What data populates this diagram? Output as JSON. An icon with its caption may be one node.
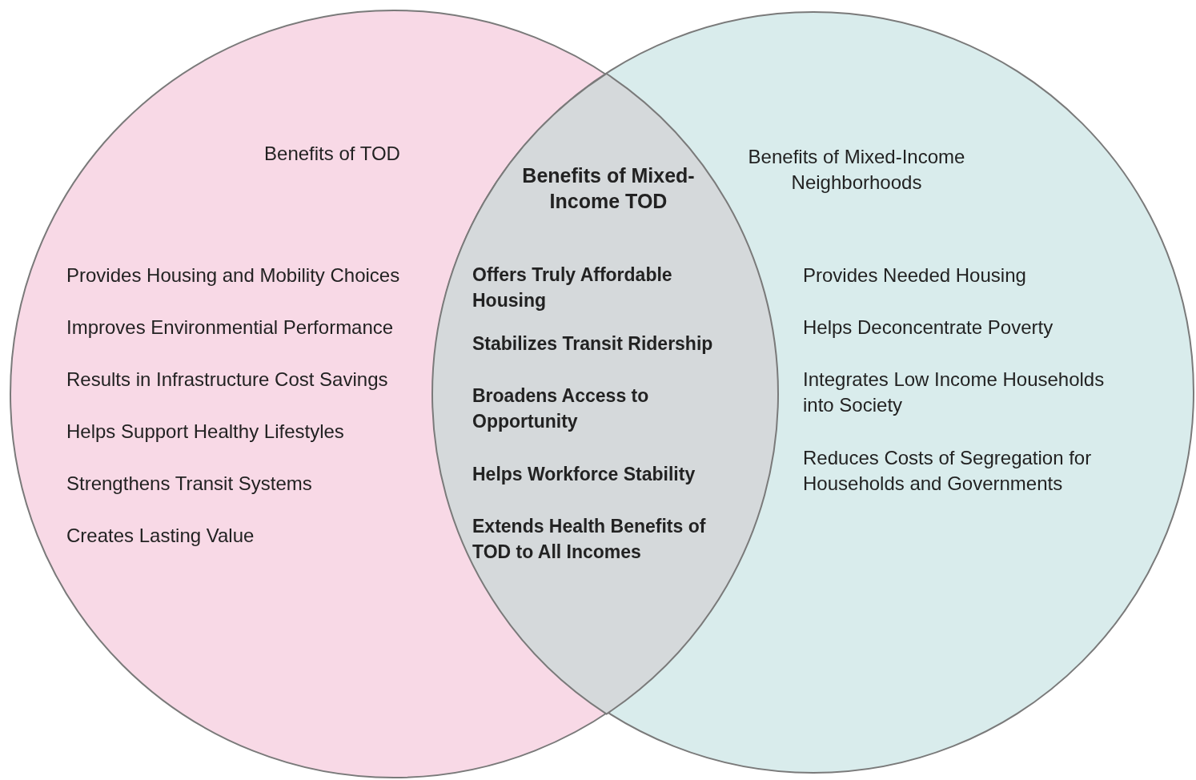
{
  "diagram": {
    "nodes": [
      {
        "text": [
          "Benefits of TOD",
          "Provides Housing and Mobility Choices",
          "Improves Environmential Performance",
          "Results in Infrastructure Cost Savings",
          "Helps Support Healthy Lifestyles",
          "Strengthens Transit Systems",
          "Creates Lasting Value"
        ]
      },
      {
        "text": [
          "Benefits of Mixed-Income Neighborhoods",
          "Provides Needed Housing",
          "Helps Deconcentrate Poverty",
          "Integrates Low Income Households into Society",
          "Reduces Costs of Segregation for Households and Governments"
        ]
      },
      {
        "text": [
          "Benefits of Mixed-Income TOD",
          "Offers Truly Affordable Housing",
          "Stabilizes Transit Ridership",
          "Broadens Access to Opportunity",
          "Helps Workforce Stability",
          "Extends Health Benefits of TOD to All Incomes"
        ]
      }
    ],
    "edges": []
  }
}
